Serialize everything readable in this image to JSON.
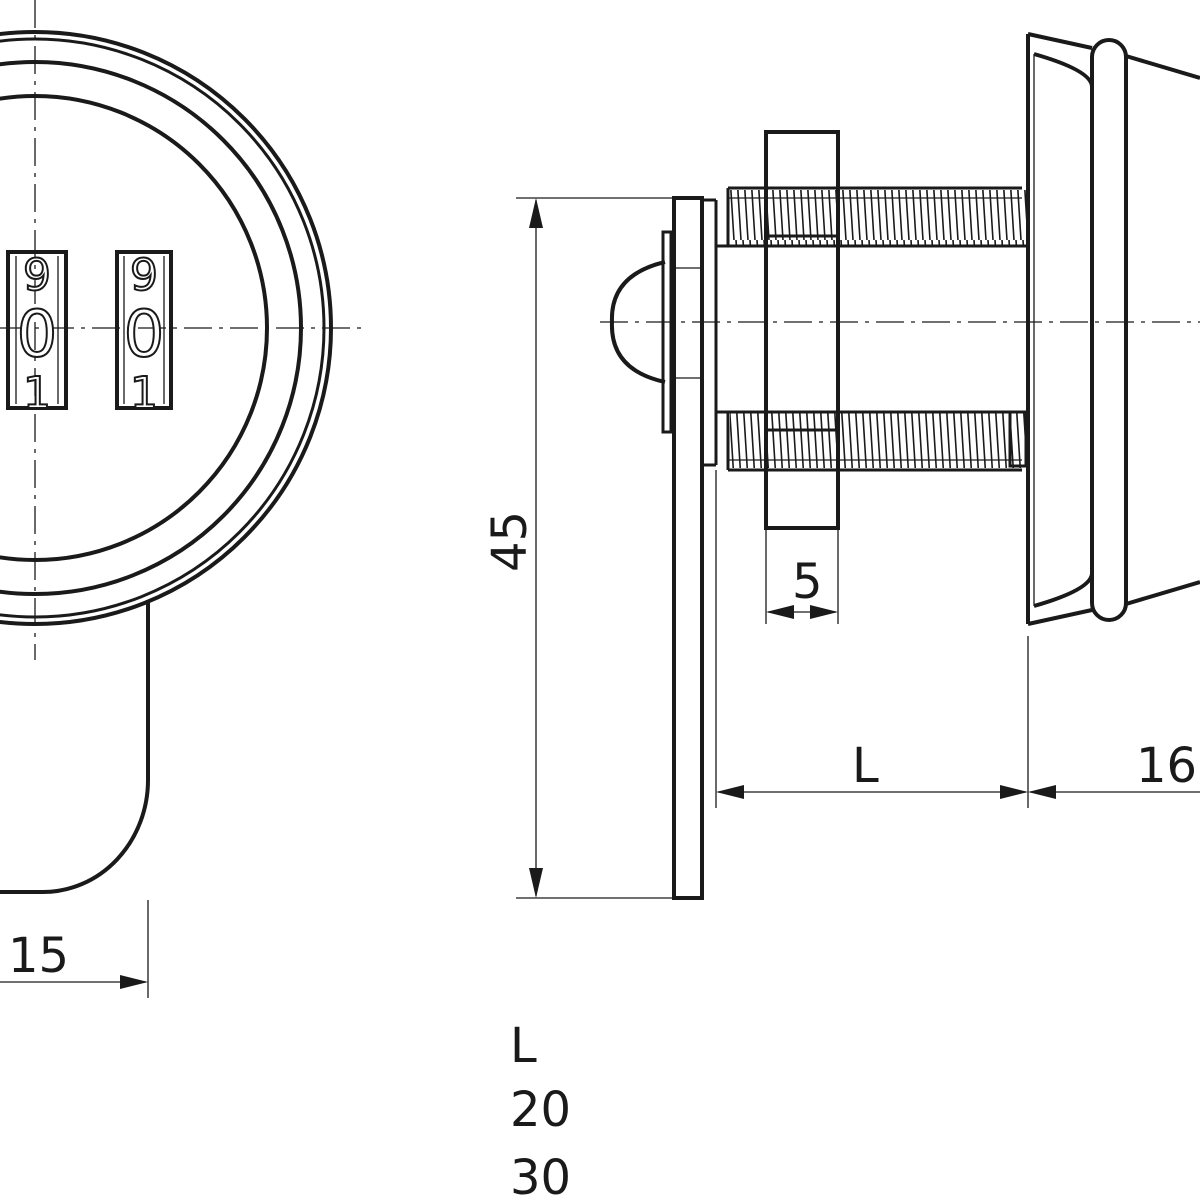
{
  "colors": {
    "line": "#1a1a1a",
    "background": "#ffffff"
  },
  "dimensions": {
    "height_45": "45",
    "nut_5": "5",
    "length_L": "L",
    "head_16": "16",
    "cam_15": "15"
  },
  "dial_wheels": [
    {
      "digits": [
        "9",
        "0",
        "1"
      ]
    },
    {
      "digits": [
        "9",
        "0",
        "1"
      ]
    }
  ],
  "length_table": {
    "header": "L",
    "values": [
      "20",
      "30"
    ]
  }
}
